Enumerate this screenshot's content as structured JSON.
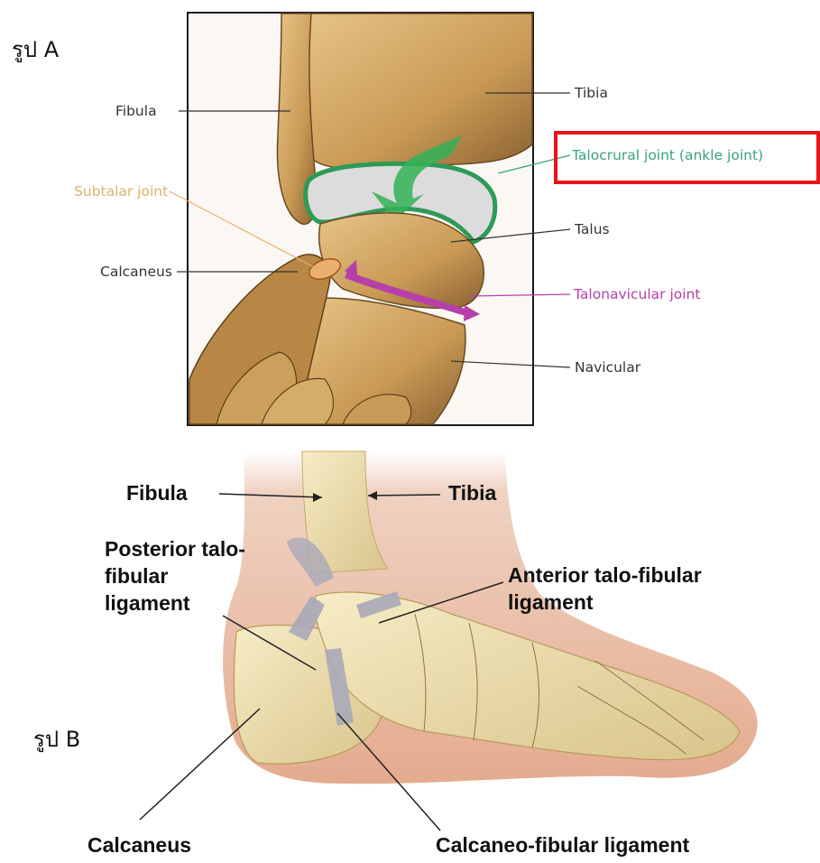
{
  "figure_a": {
    "caption": "รูป A",
    "labels": {
      "fibula": "Fibula",
      "subtalar_joint": "Subtalar joint",
      "calcaneus": "Calcaneus",
      "tibia": "Tibia",
      "talocrural_joint": "Talocrural joint (ankle joint)",
      "talus": "Talus",
      "talonavicular_joint": "Talonavicular joint",
      "navicular": "Navicular"
    },
    "colors": {
      "subtalar": "#e0b070",
      "talocrural": "#3aa37a",
      "talonavicular": "#b640a8",
      "highlight_box": "#e8141b"
    }
  },
  "figure_b": {
    "caption": "รูป B",
    "labels": {
      "fibula": "Fibula",
      "tibia": "Tibia",
      "posterior_talofibular": "Posterior talo-fibular ligament",
      "anterior_talofibular": "Anterior talo-fibular ligament",
      "calcaneus": "Calcaneus",
      "calcaneofibular": "Calcaneo-fibular ligament"
    }
  }
}
